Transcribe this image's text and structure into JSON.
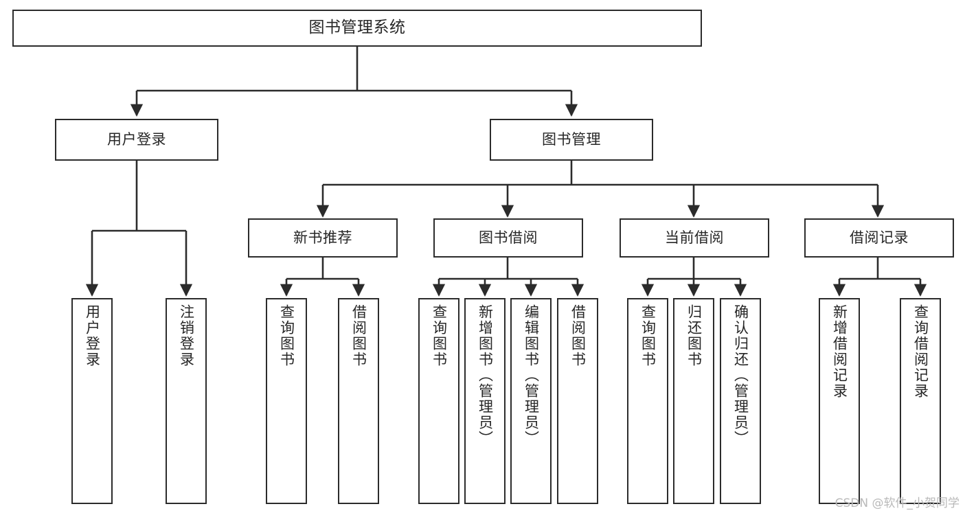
{
  "diagram": {
    "title": "图书管理系统",
    "watermark": "CSDN @软件_小贺同学",
    "line_color": "#2b2b2b",
    "box_fill": "#ffffff",
    "text_color": "#262626",
    "nodes": {
      "root": {
        "label": "图书管理系统"
      },
      "level2": [
        {
          "id": "user-login",
          "label": "用户登录"
        },
        {
          "id": "book-manage",
          "label": "图书管理"
        }
      ],
      "level3": [
        {
          "id": "new-book-recommend",
          "label": "新书推荐"
        },
        {
          "id": "book-borrow",
          "label": "图书借阅"
        },
        {
          "id": "current-borrow",
          "label": "当前借阅"
        },
        {
          "id": "borrow-record",
          "label": "借阅记录"
        }
      ],
      "leaves": {
        "user_login": [
          {
            "id": "leaf-user-login",
            "label": "用户登录"
          },
          {
            "id": "leaf-logout",
            "label": "注销登录"
          }
        ],
        "new_book_recommend": [
          {
            "id": "leaf-query-book-1",
            "label": "查询图书"
          },
          {
            "id": "leaf-borrow-book-1",
            "label": "借阅图书"
          }
        ],
        "book_borrow": [
          {
            "id": "leaf-query-book-2",
            "label": "查询图书"
          },
          {
            "id": "leaf-add-book",
            "label": "新增图书（管理员）"
          },
          {
            "id": "leaf-edit-book",
            "label": "编辑图书（管理员）"
          },
          {
            "id": "leaf-borrow-book-2",
            "label": "借阅图书"
          }
        ],
        "current_borrow": [
          {
            "id": "leaf-query-book-3",
            "label": "查询图书"
          },
          {
            "id": "leaf-return-book",
            "label": "归还图书"
          },
          {
            "id": "leaf-confirm-return",
            "label": "确认归还（管理员）"
          }
        ],
        "borrow_record": [
          {
            "id": "leaf-add-record",
            "label": "新增借阅记录"
          },
          {
            "id": "leaf-query-record",
            "label": "查询借阅记录"
          }
        ]
      }
    }
  }
}
